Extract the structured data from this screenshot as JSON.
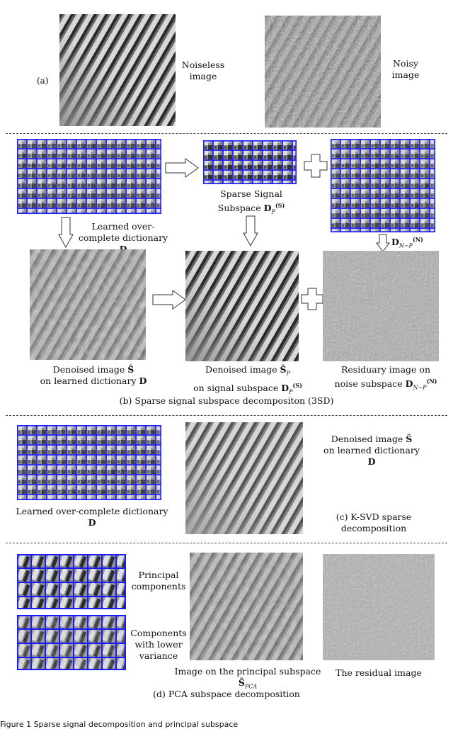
{
  "panel_a": {
    "label": "(a)",
    "noiseless_label_1": "Noiseless",
    "noiseless_label_2": "image",
    "noisy_label_1": "Noisy",
    "noisy_label_2": "image"
  },
  "panel_b": {
    "sparse_label_1": "Sparse Signal",
    "sparse_label_2": "Subspace",
    "sparse_symbol": "D",
    "sparse_sub": "P",
    "sparse_sup": "(S)",
    "noise_symbol": "D",
    "noise_sub": "N−P",
    "noise_sup": "(N)",
    "dict_label_1": "Learned over-",
    "dict_label_2": "complete dictionary",
    "dict_symbol": "D",
    "denoised_label_1": "Denoised image",
    "denoised_symbol": "Ŝ",
    "denoised_label_2": "on learned dictionary",
    "denoised_symbol2": "D",
    "signal_label_1": "Denoised image",
    "signal_symbol": "Ŝ",
    "signal_symbol_sub": "P",
    "signal_label_2": "on signal subspace",
    "signal_symbol2": "D",
    "signal_symbol2_sub": "P",
    "signal_symbol2_sup": "(S)",
    "residual_label_1": "Residuary image on",
    "residual_label_2": "noise subspace",
    "residual_symbol": "D",
    "residual_sub": "N−P",
    "residual_sup": "(N)",
    "caption": "(b) Sparse signal subspace decompositon (3SD)"
  },
  "panel_c": {
    "dict_label": "Learned over-complete dictionary",
    "dict_symbol": "D",
    "denoised_label_1": "Denoised image",
    "denoised_symbol": "Ŝ",
    "denoised_label_2": "on learned dictionary",
    "denoised_symbol2": "D",
    "caption_1": "(c) K-SVD sparse",
    "caption_2": "decomposition"
  },
  "panel_d": {
    "principal_1": "Principal",
    "principal_2": "components",
    "lower_1": "Components",
    "lower_2": "with lower",
    "lower_3": "variance",
    "pca_label": "Image on the principal subspace",
    "pca_symbol": "Ŝ",
    "pca_sub": "PCA",
    "residual_label": "The residual image",
    "caption": "(d) PCA subspace decomposition"
  },
  "figure_caption": "Figure 1  Sparse signal decomposition and principal subspace",
  "colors": {
    "grid_blue": "#1a1aff",
    "separator": "#444444"
  }
}
